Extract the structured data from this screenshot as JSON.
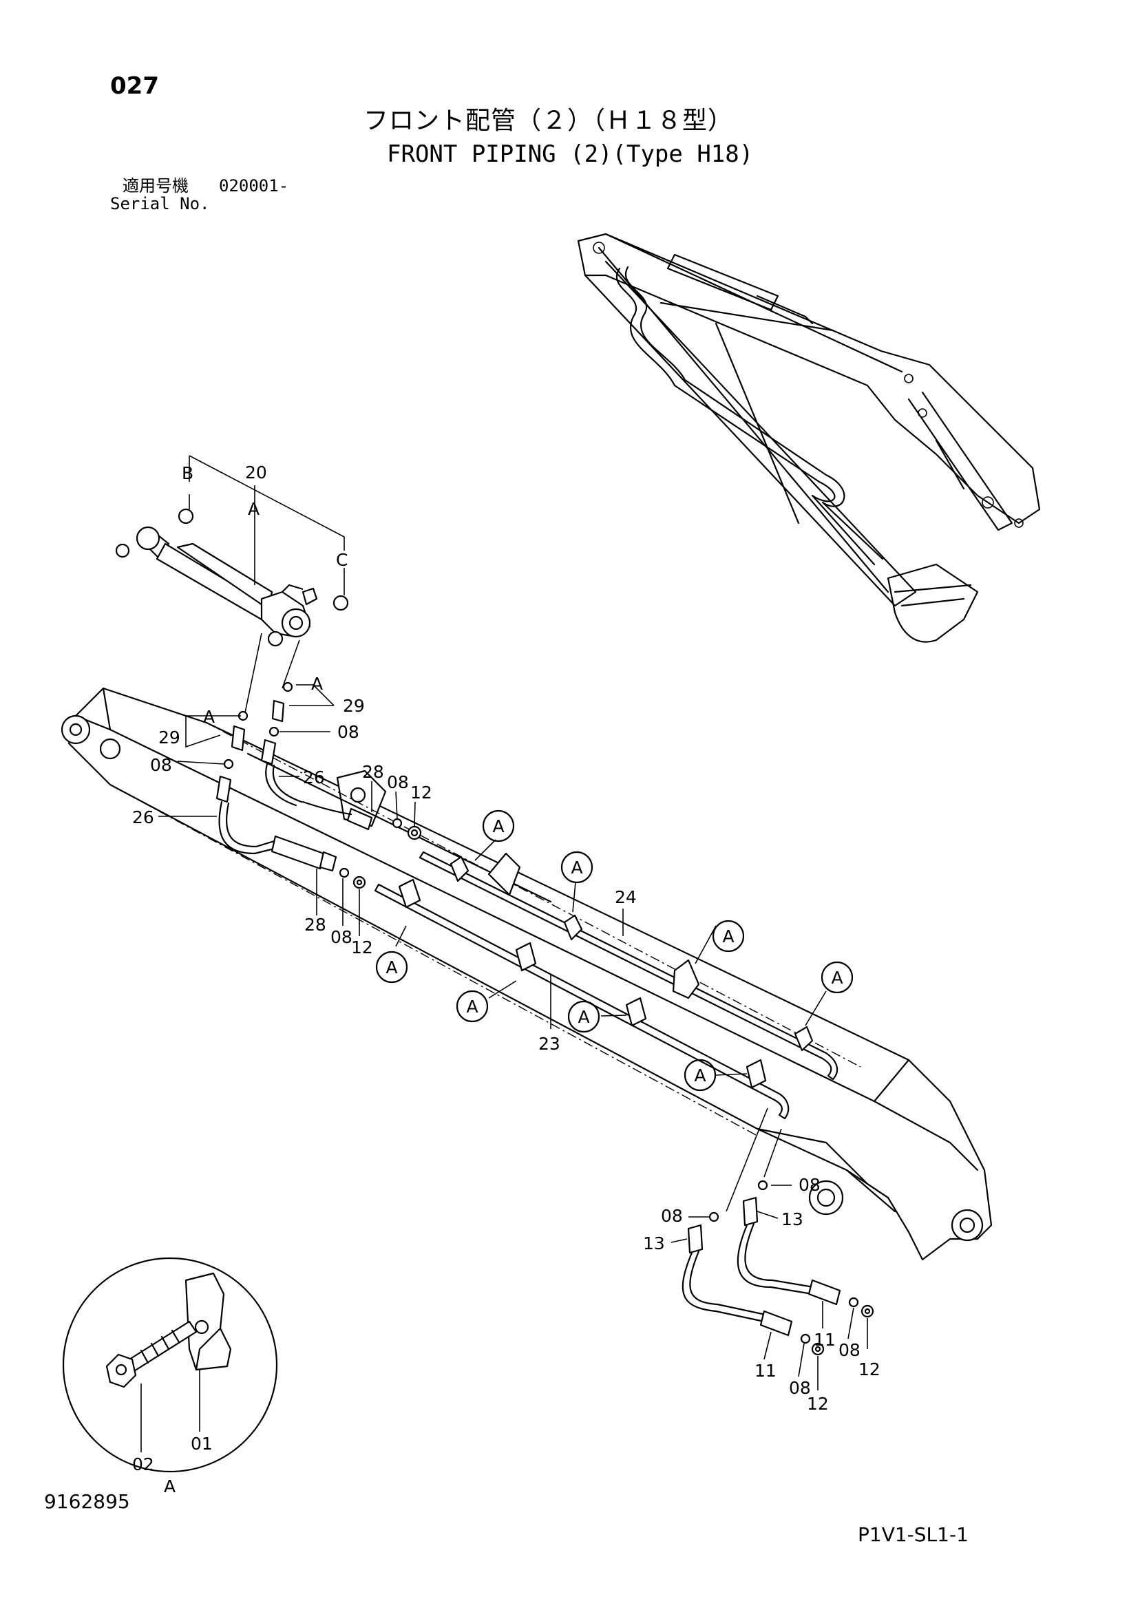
{
  "header": {
    "page_number": "027",
    "title_jp": "フロント配管（２）（Ｈ１８型）",
    "title_en": "FRONT PIPING (2)(Type H18)",
    "serial_label_jp": "適用号機",
    "serial_value": "020001-",
    "serial_label_en": "Serial No."
  },
  "footer": {
    "drawing_number": "9162895",
    "sheet_code": "P1V1-SL1-1"
  },
  "callouts": {
    "p01": "01",
    "p02": "02",
    "p08": "08",
    "p11": "11",
    "p12": "12",
    "p13": "13",
    "p20": "20",
    "p23": "23",
    "p24": "24",
    "p26": "26",
    "p28": "28",
    "p29": "29"
  },
  "reference_letters": {
    "a": "A",
    "b": "B",
    "c": "C"
  },
  "detail_view": {
    "label": "A"
  }
}
